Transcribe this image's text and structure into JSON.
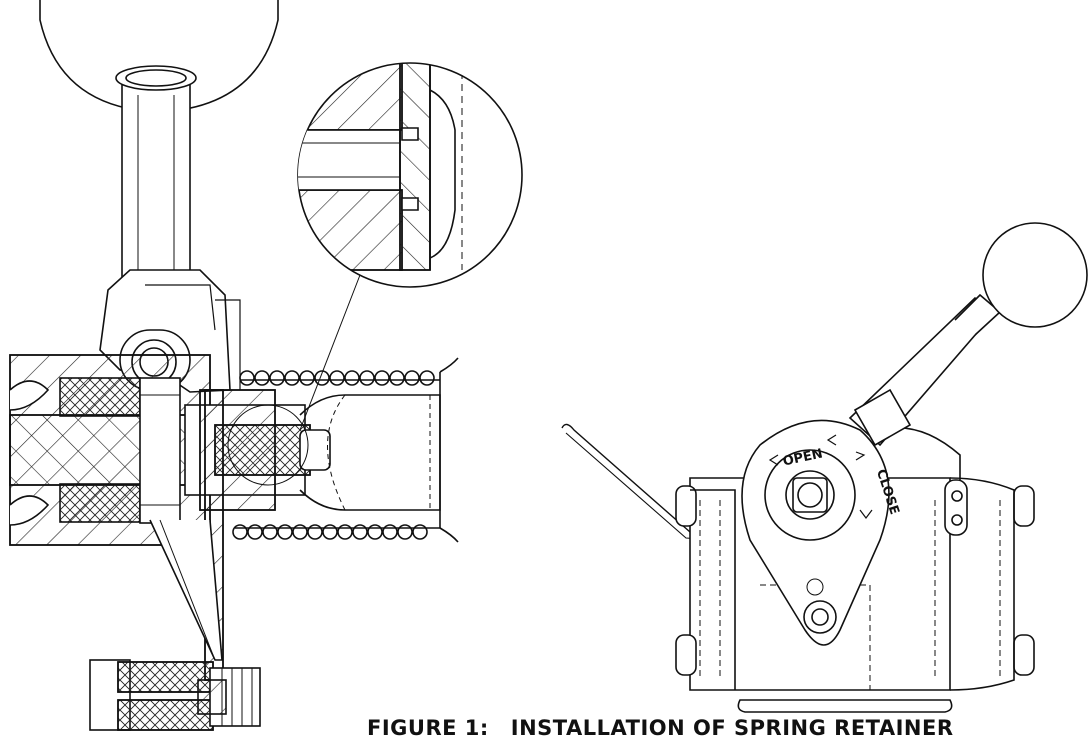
{
  "figure": {
    "caption_number": "FIGURE 1:",
    "caption_title": "INSTALLATION OF SPRING RETAINER"
  },
  "valve": {
    "open_label": "OPEN",
    "close_label": "CLOSE"
  }
}
